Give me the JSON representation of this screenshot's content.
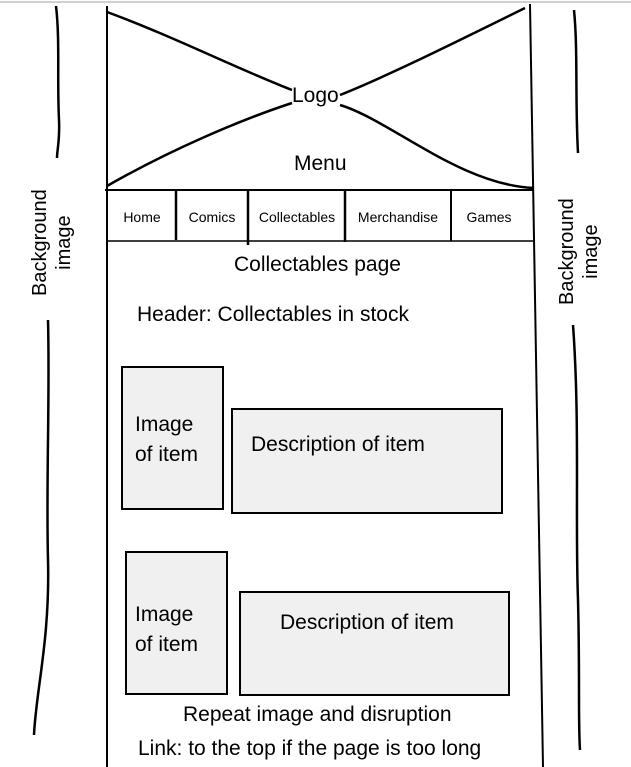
{
  "logo": "Logo",
  "menu_title": "Menu",
  "nav": [
    "Home",
    "Comics",
    "Collectables",
    "Merchandise",
    "Games"
  ],
  "page_title": "Collectables page",
  "header_text": "Header: Collectables in stock",
  "items": [
    {
      "image_label_1": "Image",
      "image_label_2": "of item",
      "description": "Description of item"
    },
    {
      "image_label_1": "Image",
      "image_label_2": "of item",
      "description": "Description of item"
    }
  ],
  "repeat_note": "Repeat image and disruption",
  "link_note": "Link: to the top if the page is too long",
  "background_left": [
    "Background",
    "image"
  ],
  "background_right": [
    "Background",
    "image"
  ]
}
